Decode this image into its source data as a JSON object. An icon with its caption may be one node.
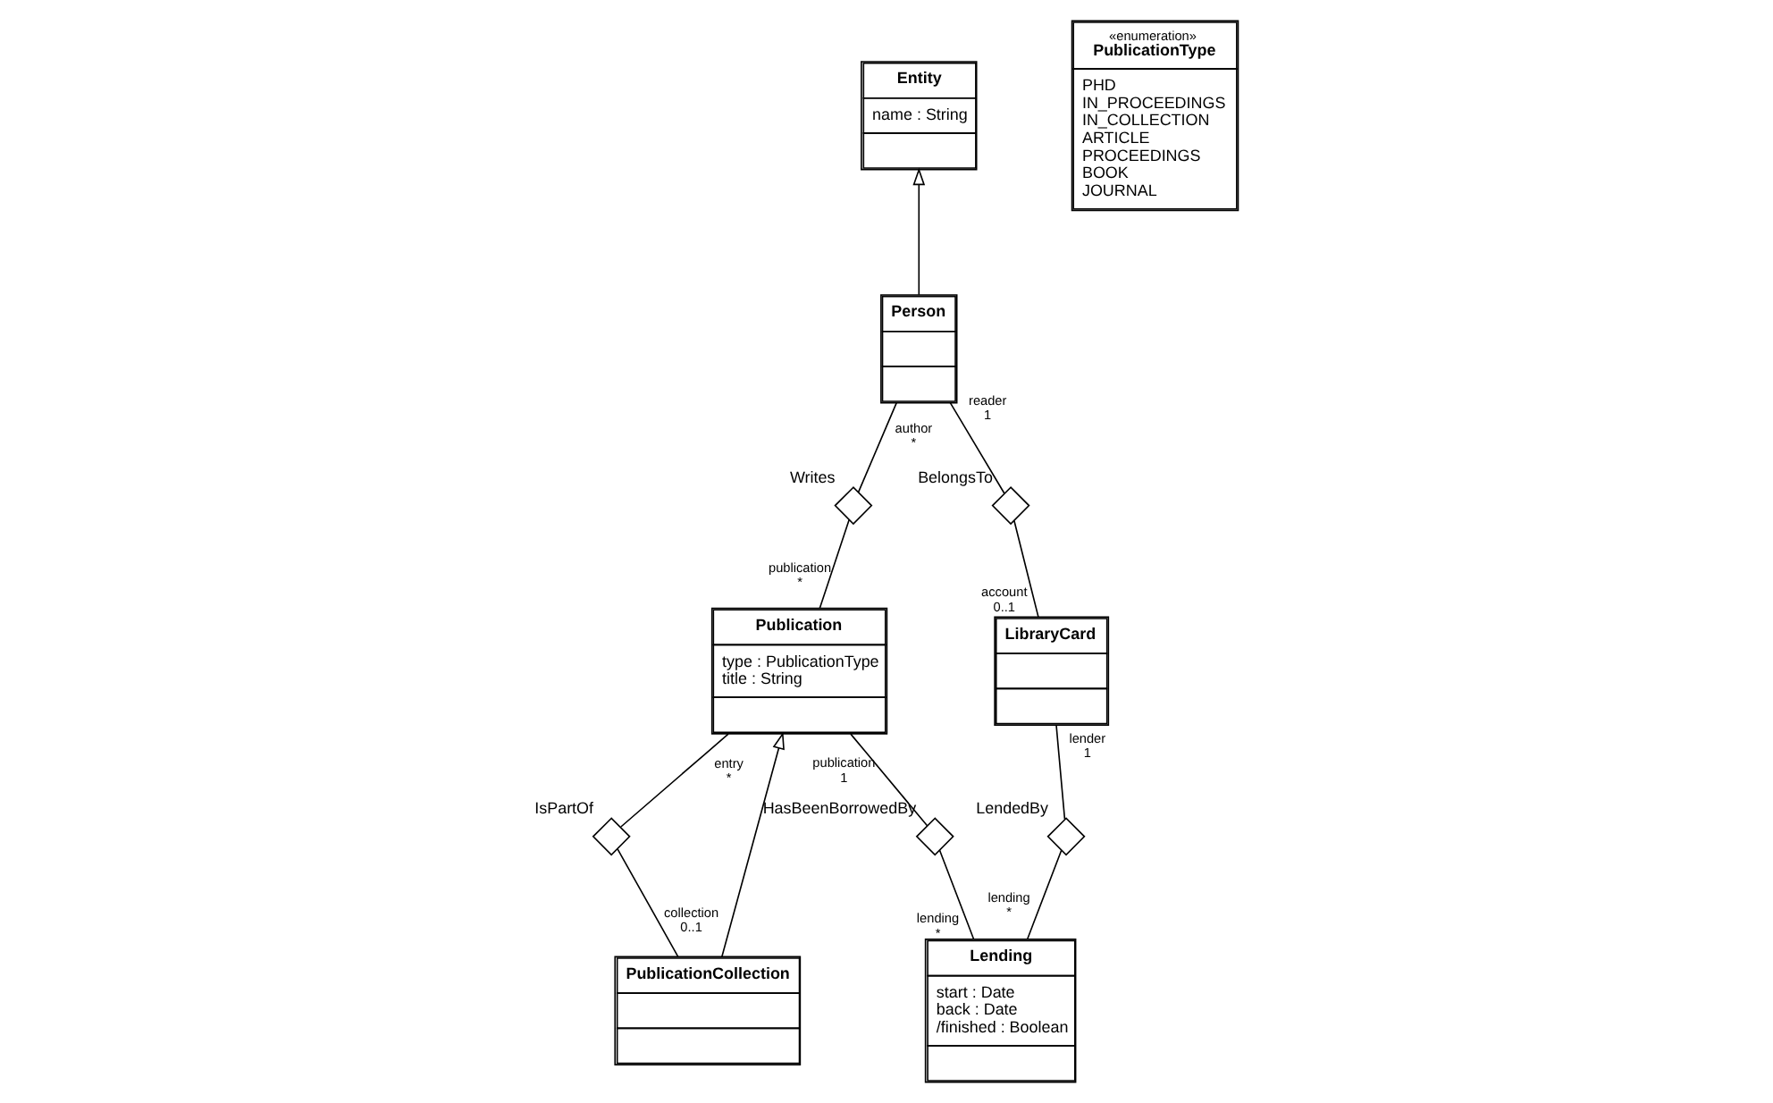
{
  "diagram": {
    "nodes": [
      {
        "text": [
          "Entity",
          "name : String"
        ]
      },
      {
        "text": [
          "Person"
        ]
      },
      {
        "text": [],
        "shape": "diamond",
        "beside": [
          "Writes"
        ]
      },
      {
        "text": [
          "Publication",
          "type : PublicationType",
          "title : String"
        ]
      },
      {
        "text": [
          "«enumeration»",
          "PublicationType",
          "PHD",
          "IN_PROCEEDINGS",
          "IN_COLLECTION",
          "ARTICLE",
          "PROCEEDINGS",
          "BOOK",
          "JOURNAL"
        ]
      },
      {
        "text": [],
        "shape": "diamond",
        "beside": [
          "BelongsTo"
        ]
      },
      {
        "text": [
          "LibraryCard"
        ]
      },
      {
        "text": [],
        "shape": "diamond",
        "beside": [
          "LendedBy"
        ]
      },
      {
        "text": [
          "Lending",
          "start : Date",
          "back : Date",
          "/finished : Boolean"
        ]
      },
      {
        "text": [],
        "shape": "diamond",
        "beside": [
          "HasBeenBorrowedBy"
        ]
      },
      {
        "text": [],
        "shape": "diamond",
        "beside": [
          "IsPartOf"
        ]
      },
      {
        "text": [
          "PublicationCollection"
        ]
      }
    ],
    "edges": [
      {
        "from": 1,
        "to": 0,
        "arrow": "to"
      },
      {
        "from": 1,
        "to": 2,
        "arrow": "none"
      },
      {
        "from": 2,
        "to": 3,
        "arrow": "none"
      },
      {
        "from": 1,
        "to": 5,
        "arrow": "none"
      },
      {
        "from": 5,
        "to": 6,
        "arrow": "none"
      },
      {
        "from": 6,
        "to": 7,
        "arrow": "none"
      },
      {
        "from": 7,
        "to": 8,
        "arrow": "none"
      },
      {
        "from": 3,
        "to": 9,
        "arrow": "none"
      },
      {
        "from": 9,
        "to": 8,
        "arrow": "none"
      },
      {
        "from": 11,
        "to": 3,
        "arrow": "to"
      },
      {
        "from": 3,
        "to": 10,
        "arrow": "none"
      },
      {
        "from": 10,
        "to": 11,
        "arrow": "none"
      }
    ],
    "labels": [
      "author",
      "*",
      "publication",
      "*",
      "reader",
      "1",
      "account",
      "0..1",
      "lender",
      "1",
      "lending",
      "*",
      "publication",
      "1",
      "lending",
      "*",
      "entry",
      "*",
      "collection",
      "0..1"
    ]
  }
}
